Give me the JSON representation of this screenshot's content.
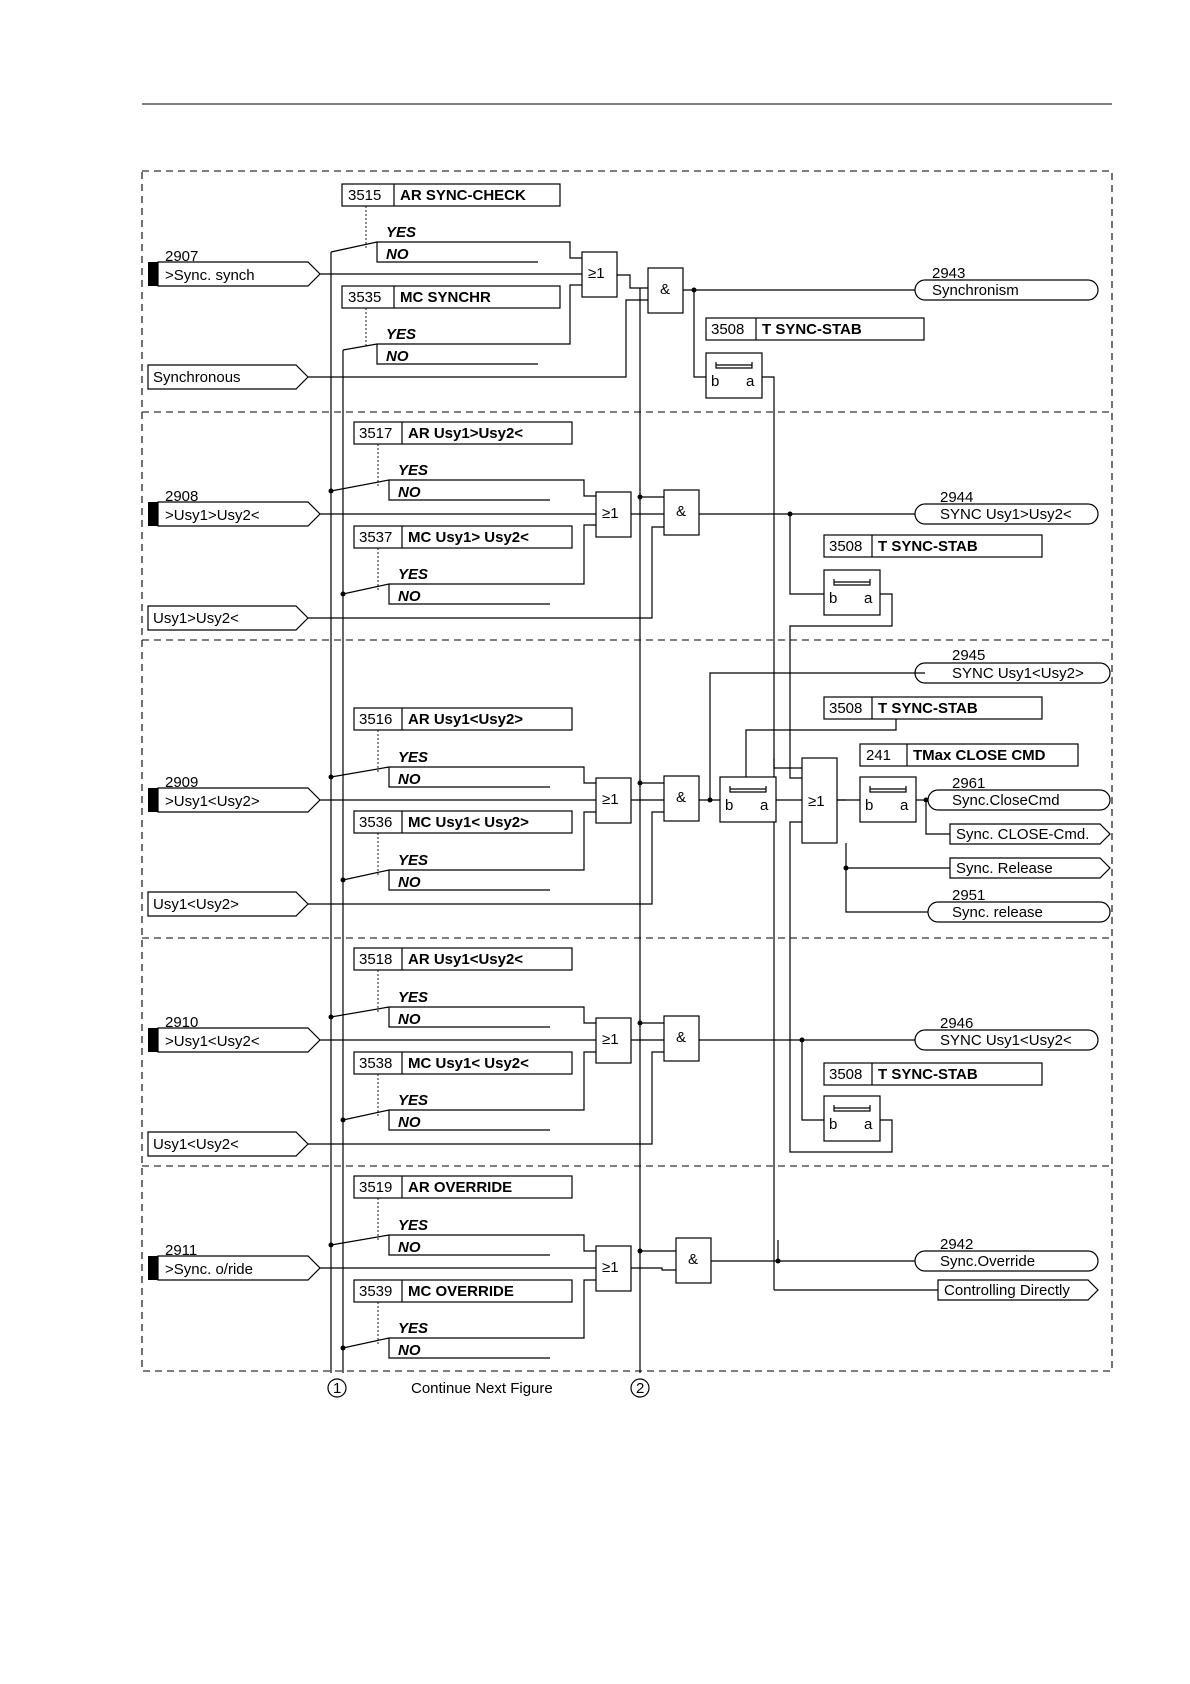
{
  "sections": [
    {
      "param_ar": {
        "num": "3515",
        "name": "AR SYNC-CHECK"
      },
      "param_mc": {
        "num": "3535",
        "name": "MC SYNCHR"
      },
      "input": {
        "num": "2907",
        "name": ">Sync. synch"
      },
      "status_input": "Synchronous",
      "output": {
        "num": "2943",
        "name": "Synchronism"
      },
      "timer": {
        "num": "3508",
        "name": "T SYNC-STAB"
      }
    },
    {
      "param_ar": {
        "num": "3517",
        "name": "AR Usy1>Usy2<"
      },
      "param_mc": {
        "num": "3537",
        "name": "MC Usy1> Usy2<"
      },
      "input": {
        "num": "2908",
        "name": ">Usy1>Usy2<"
      },
      "status_input": "Usy1>Usy2<",
      "output": {
        "num": "2944",
        "name": "SYNC Usy1>Usy2<"
      },
      "timer": {
        "num": "3508",
        "name": "T SYNC-STAB"
      }
    },
    {
      "param_ar": {
        "num": "3516",
        "name": "AR Usy1<Usy2>"
      },
      "param_mc": {
        "num": "3536",
        "name": "MC Usy1< Usy2>"
      },
      "input": {
        "num": "2909",
        "name": ">Usy1<Usy2>"
      },
      "status_input": "Usy1<Usy2>",
      "output": {
        "num": "2945",
        "name": "SYNC Usy1<Usy2>"
      },
      "timer": {
        "num": "3508",
        "name": "T SYNC-STAB"
      }
    },
    {
      "param_ar": {
        "num": "3518",
        "name": "AR Usy1<Usy2<"
      },
      "param_mc": {
        "num": "3538",
        "name": "MC Usy1< Usy2<"
      },
      "input": {
        "num": "2910",
        "name": ">Usy1<Usy2<"
      },
      "status_input": "Usy1<Usy2<",
      "output": {
        "num": "2946",
        "name": "SYNC Usy1<Usy2<"
      },
      "timer": {
        "num": "3508",
        "name": "T SYNC-STAB"
      }
    },
    {
      "param_ar": {
        "num": "3519",
        "name": "AR OVERRIDE"
      },
      "param_mc": {
        "num": "3539",
        "name": "MC OVERRIDE"
      },
      "input": {
        "num": "2911",
        "name": ">Sync. o/ride"
      },
      "output": {
        "num": "2942",
        "name": "Sync.Override"
      }
    }
  ],
  "switch_labels": {
    "yes": "YES",
    "no": "NO"
  },
  "gates": {
    "or": "≥1",
    "and": "&"
  },
  "timer_labels": {
    "b": "b",
    "a": "a"
  },
  "tmax": {
    "num": "241",
    "name": "TMax CLOSE CMD"
  },
  "close_outputs": {
    "close_cmd": {
      "num": "2961",
      "name": "Sync.CloseCmd"
    },
    "close_cmd_internal": "Sync. CLOSE-Cmd.",
    "release_internal": "Sync. Release",
    "release": {
      "num": "2951",
      "name": "Sync. release"
    },
    "controlling_directly": "Controlling Directly"
  },
  "footer": {
    "connector_1": "1",
    "connector_2": "2",
    "continue": "Continue Next Figure"
  }
}
